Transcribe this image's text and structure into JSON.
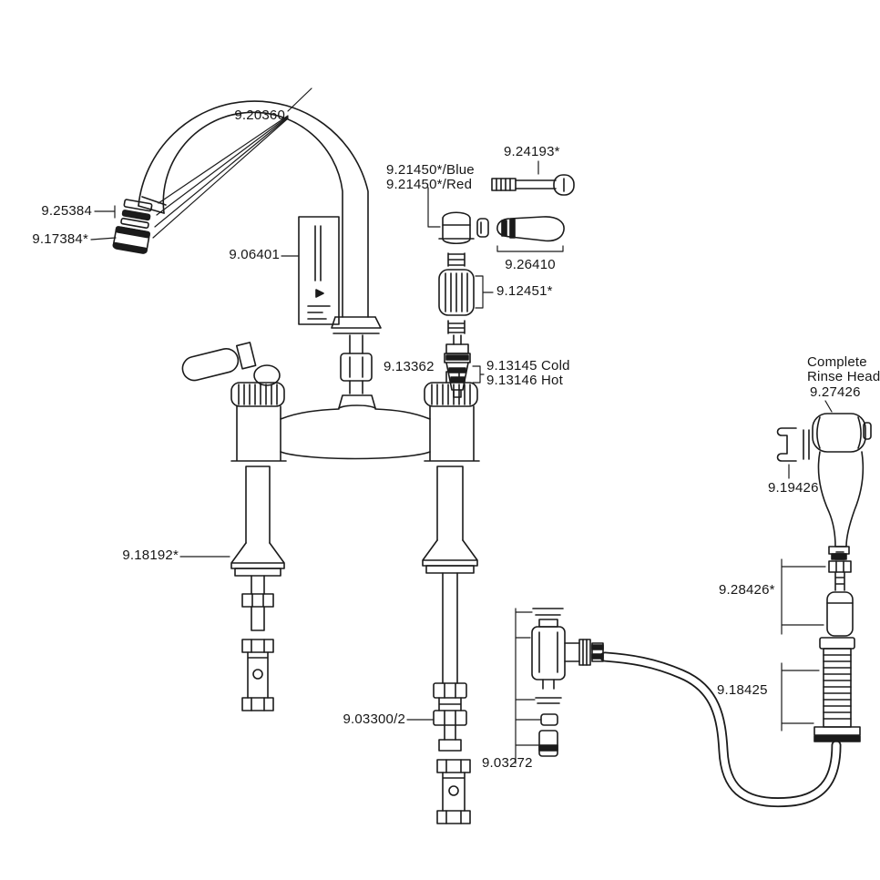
{
  "diagram": {
    "labels": {
      "spout": "9.20360",
      "aerator_rings": "9.25384",
      "aerator_tip": "9.17384*",
      "spout_insert": "9.06401",
      "handle_blue": "9.21450*/Blue",
      "handle_red": "9.21450*/Red",
      "handle_screw": "9.24193*",
      "lever": "9.26410",
      "cartridge_sleeve": "9.12451*",
      "spout_nut": "9.13362",
      "valve_cold": "9.13145 Cold",
      "valve_hot": "9.13146 Hot",
      "rinse_head_line1": "Complete",
      "rinse_head_line2": "Rinse Head",
      "rinse_head_number": "9.27426",
      "spray_clip": "9.19426",
      "shank": "9.18192*",
      "spray_coupling": "9.28426*",
      "hose_shank": "9.18425",
      "supply_connector": "9.03300/2",
      "diverter": "9.03272"
    }
  }
}
